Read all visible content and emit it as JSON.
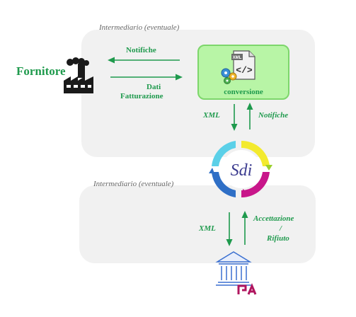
{
  "intermediary_top": "Intermediario (eventuale)",
  "intermediary_bottom": "Intermediario (eventuale)",
  "supplier": "Fornitore",
  "arrow_notifiche_top": "Notifiche",
  "arrow_dati_line1": "Dati",
  "arrow_dati_line2": "Fatturazione",
  "conversion_label": "conversione",
  "conversion_icon_text": "XML",
  "arrow_xml_top": "XML",
  "arrow_notifiche_right": "Notifiche",
  "sdi_logo_text": "Sdi",
  "arrow_xml_bottom": "XML",
  "accettazione_line1": "Accettazione",
  "accettazione_line2": "/",
  "accettazione_line3": "Rifiuto",
  "pa_logo_text": "PA",
  "colors": {
    "green": "#1f9a4d",
    "panel": "#f1f1f1",
    "conversion_box": "#b8f5a6",
    "magenta": "#c0167a"
  }
}
